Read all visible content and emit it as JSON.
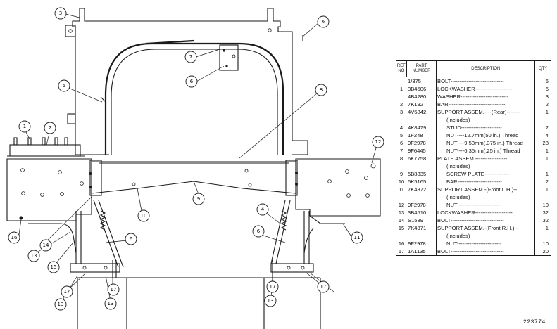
{
  "callouts": [
    {
      "n": "1"
    },
    {
      "n": "2"
    },
    {
      "n": "3"
    },
    {
      "n": "4"
    },
    {
      "n": "5"
    },
    {
      "n": "6"
    },
    {
      "n": "6"
    },
    {
      "n": "6"
    },
    {
      "n": "6"
    },
    {
      "n": "7"
    },
    {
      "n": "8"
    },
    {
      "n": "9"
    },
    {
      "n": "10"
    },
    {
      "n": "11"
    },
    {
      "n": "12"
    },
    {
      "n": "13"
    },
    {
      "n": "13"
    },
    {
      "n": "13"
    },
    {
      "n": "13"
    },
    {
      "n": "14"
    },
    {
      "n": "15"
    },
    {
      "n": "16"
    },
    {
      "n": "17"
    },
    {
      "n": "17"
    },
    {
      "n": "17"
    },
    {
      "n": "17"
    }
  ],
  "table": {
    "headers": {
      "ref": "REF NO",
      "part": "PART NUMBER",
      "desc": "DESCRIPTION",
      "qty": "QTY"
    },
    "rows": [
      {
        "ref": "",
        "part": "1/375",
        "desc": "BOLT------------------------------",
        "qty": "6",
        "indent": false
      },
      {
        "ref": "1",
        "part": "3B4506",
        "desc": "LOCKWASHER---------------------",
        "qty": "6",
        "indent": false
      },
      {
        "ref": "",
        "part": "4B4280",
        "desc": "WASHER---------------------------",
        "qty": "3",
        "indent": false
      },
      {
        "ref": "2",
        "part": "7K192",
        "desc": "BAR--------------------------------",
        "qty": "2",
        "indent": false
      },
      {
        "ref": "3",
        "part": "4V6842",
        "desc": "SUPPORT ASSEM.----(Rear)--------",
        "qty": "1",
        "indent": false
      },
      {
        "ref": "",
        "part": "",
        "desc": "(Includes)",
        "qty": "",
        "indent": true
      },
      {
        "ref": "4",
        "part": "4K8479",
        "desc": "STUD-----------------------",
        "qty": "2",
        "indent": true
      },
      {
        "ref": "5",
        "part": "1F248",
        "desc": "NUT----12.7mm(50 in.) Thread",
        "qty": "4",
        "indent": true
      },
      {
        "ref": "6",
        "part": "9F2978",
        "desc": "NUT----9.53mm(.375 in.) Thread",
        "qty": "28",
        "indent": true
      },
      {
        "ref": "7",
        "part": "9F6445",
        "desc": "NUT----6.35mm(.25 in.) Thread",
        "qty": "1",
        "indent": true
      },
      {
        "ref": "8",
        "part": "6K7758",
        "desc": "PLATE ASSEM.------------------",
        "qty": "1",
        "indent": false
      },
      {
        "ref": "",
        "part": "",
        "desc": "(Includes)",
        "qty": "",
        "indent": true
      },
      {
        "ref": "9",
        "part": "5B8835",
        "desc": "SCREW PLATE--------------",
        "qty": "1",
        "indent": true
      },
      {
        "ref": "10",
        "part": "5K5165",
        "desc": "BAR-------------------------",
        "qty": "2",
        "indent": true
      },
      {
        "ref": "11",
        "part": "7K4372",
        "desc": "SUPPORT ASSEM.-(Front L.H.)--",
        "qty": "1",
        "indent": false
      },
      {
        "ref": "",
        "part": "",
        "desc": "(Includes)",
        "qty": "",
        "indent": true
      },
      {
        "ref": "12",
        "part": "9F2978",
        "desc": "NUT-------------------------",
        "qty": "10",
        "indent": true
      },
      {
        "ref": "13",
        "part": "3B4510",
        "desc": "LOCKWASHER---------------------",
        "qty": "32",
        "indent": false
      },
      {
        "ref": "14",
        "part": "S1589",
        "desc": "BOLT------------------------------",
        "qty": "32",
        "indent": false
      },
      {
        "ref": "15",
        "part": "7K4371",
        "desc": "SUPPORT ASSEM.-(Front R.H.)--",
        "qty": "1",
        "indent": false
      },
      {
        "ref": "",
        "part": "",
        "desc": "(Includes)",
        "qty": "",
        "indent": true
      },
      {
        "ref": "16",
        "part": "9F2978",
        "desc": "NUT-------------------------",
        "qty": "10",
        "indent": true
      },
      {
        "ref": "17",
        "part": "1A1135",
        "desc": "BOLT------------------------------",
        "qty": "20",
        "indent": false
      }
    ]
  },
  "figure_number": "223774"
}
